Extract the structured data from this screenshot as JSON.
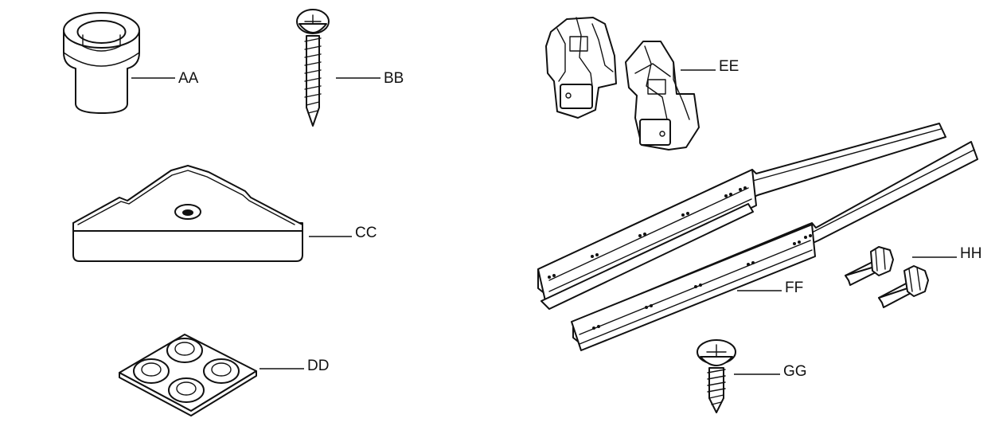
{
  "parts": [
    {
      "id": "AA",
      "label": "AA",
      "icon": "cup-spacer-icon"
    },
    {
      "id": "BB",
      "label": "BB",
      "icon": "wood-screw-icon"
    },
    {
      "id": "CC",
      "label": "CC",
      "icon": "corner-bracket-icon"
    },
    {
      "id": "DD",
      "label": "DD",
      "icon": "bumper-pads-icon"
    },
    {
      "id": "EE",
      "label": "EE",
      "icon": "drawer-locking-clips-icon"
    },
    {
      "id": "FF",
      "label": "FF",
      "icon": "drawer-slides-icon"
    },
    {
      "id": "GG",
      "label": "GG",
      "icon": "flat-head-screw-icon"
    },
    {
      "id": "HH",
      "label": "HH",
      "icon": "rear-bracket-icon"
    }
  ]
}
